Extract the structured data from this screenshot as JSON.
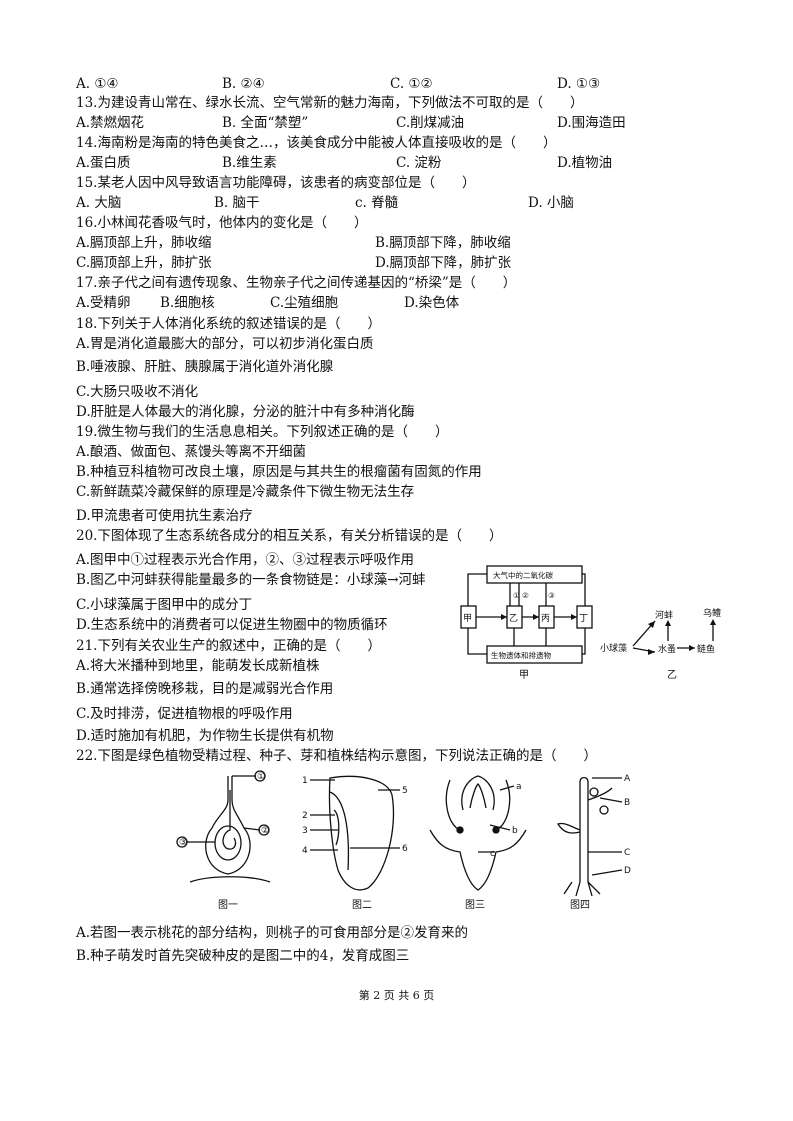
{
  "q12_options": [
    "A. ①④",
    "B. ②④",
    "C. ①②",
    "D. ①③"
  ],
  "q13": {
    "stem": "13.为建设青山常在、绿水长流、空气常新的魅力海南，下列做法不可取的是（　　）",
    "options": [
      "A.禁燃烟花",
      "B. 全面“禁塑”",
      "C.削煤减油",
      "D.围海造田"
    ]
  },
  "q14": {
    "stem": "14.海南粉是海南的特色美食之…，该美食成分中能被人体直接吸收的是（　　）",
    "options": [
      "A.蛋白质",
      "B.维生素",
      "C. 淀粉",
      "D.植物油"
    ]
  },
  "q15": {
    "stem": "15.某老人因中风导致语言功能障碍，该患者的病变部位是（　　）",
    "options": [
      "A. 大脑",
      "B. 脑干",
      "c. 脊髓",
      "D. 小脑"
    ]
  },
  "q16": {
    "stem": "16.小林闻花香吸气时，他体内的变化是（　　）",
    "options": [
      "A.膈顶部上升，肺收缩",
      "B.膈顶部下降，肺收缩",
      "C.膈顶部上升，肺扩张",
      "D.膈顶部下降，肺扩张"
    ]
  },
  "q17": {
    "stem": "17.亲子代之间有遗传现象、生物亲子代之间传递基因的“桥梁”是（　　）",
    "options": [
      "A.受精卵",
      "B.细胞核",
      "C.尘殖细胞",
      "D.染色体"
    ]
  },
  "q18": {
    "stem": "18.下列关于人体消化系统的叙述错误的是（　　）",
    "options": [
      "A.胃是消化道最膨大的部分，可以初步消化蛋白质",
      "B.唾液腺、肝脏、胰腺属于消化道外消化腺",
      "C.大肠只吸收不消化",
      "D.肝脏是人体最大的消化腺，分泌的脏汁中有多种消化酶"
    ]
  },
  "q19": {
    "stem": "19.微生物与我们的生活息息相关。下列叙述正确的是（　　）",
    "options": [
      "A.酿酒、做面包、蒸馒头等离不开细菌",
      "B.种植豆科植物可改良土壤，原因是与其共生的根瘤菌有固氮的作用",
      "C.新鲜蔬菜冷藏保鲜的原理是冷藏条件下微生物无法生存",
      "D.甲流患者可使用抗生素治疗"
    ]
  },
  "q20": {
    "stem": "20.下图体现了生态系统各成分的相互关系，有关分析错误的是（　　）",
    "options": [
      "A.图甲中①过程表示光合作用，②、③过程表示呼吸作用",
      "B.图乙中河蚌获得能量最多的一条食物链是：小球藻→河蚌",
      "C.小球藻属于图甲中的成分丁",
      "D.生态系统中的消费者可以促进生物圈中的物质循环"
    ]
  },
  "fig20": {
    "air": "大气中的二氧化碳",
    "jia": "甲",
    "yi": "乙",
    "bing": "丙",
    "ding": "丁",
    "c1": "①",
    "c2": "②",
    "c3": "③",
    "remains": "生物遗体和排遗物",
    "cap_jia": "甲",
    "cap_yi": "乙",
    "xqz": "小球藻",
    "hb": "河蚌",
    "sz": "水蚤",
    "wg": "乌鳢",
    "ly": "鲢鱼"
  },
  "q21": {
    "stem": "21.下列有关农业生产的叙述中，正确的是（　　）",
    "options": [
      "A.将大米播种到地里，能萌发长成新植株",
      "B.通常选择傍晚移栽，目的是减弱光合作用",
      "C.及时排涝，促进植物根的呼吸作用",
      "D.适时施加有机肥，为作物生长提供有机物"
    ]
  },
  "q22": {
    "stem": "22.下图是绿色植物受精过程、种子、芽和植株结构示意图，下列说法正确的是（　　）",
    "options": [
      "A.若图一表示桃花的部分结构，则桃子的可食用部分是②发育来的",
      "B.种子萌发时首先突破种皮的是图二中的4，发育成图三"
    ]
  },
  "fig22": {
    "n1": "①",
    "n2": "②",
    "n3": "③",
    "d1": "1",
    "d2": "2",
    "d3": "3",
    "d4": "4",
    "d5": "5",
    "d6": "6",
    "a": "a",
    "b": "b",
    "c": "c",
    "A": "A",
    "B": "B",
    "C": "C",
    "D": "D",
    "t1": "图一",
    "t2": "图二",
    "t3": "图三",
    "t4": "图四"
  },
  "footer": "第 2 页 共 6 页"
}
